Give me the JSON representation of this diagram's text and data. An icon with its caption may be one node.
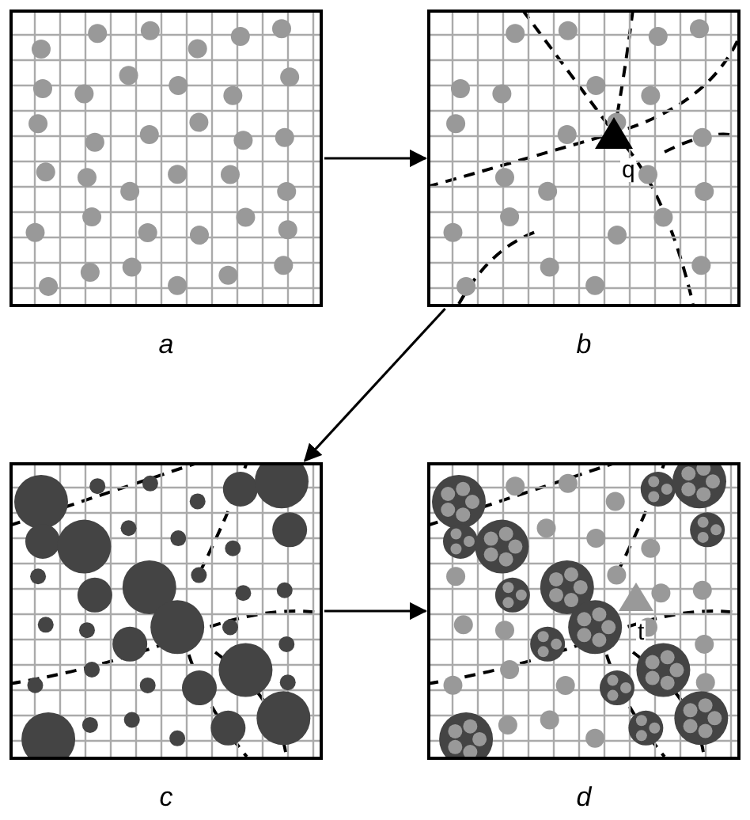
{
  "diagram": {
    "nodes": [
      {
        "text": [],
        "shape": "box",
        "beside": [
          "a"
        ]
      },
      {
        "text": [
          "q"
        ],
        "beside": [
          "b"
        ]
      },
      {
        "text": [],
        "shape": "box",
        "beside": [
          "c"
        ]
      },
      {
        "text": [
          "t"
        ],
        "beside": [
          "d"
        ]
      }
    ],
    "edges": [
      {
        "from": 0,
        "to": 1,
        "arrow": "to"
      },
      {
        "from": 1,
        "to": 2,
        "arrow": "to"
      },
      {
        "from": 2,
        "to": 3,
        "arrow": "to"
      }
    ]
  }
}
